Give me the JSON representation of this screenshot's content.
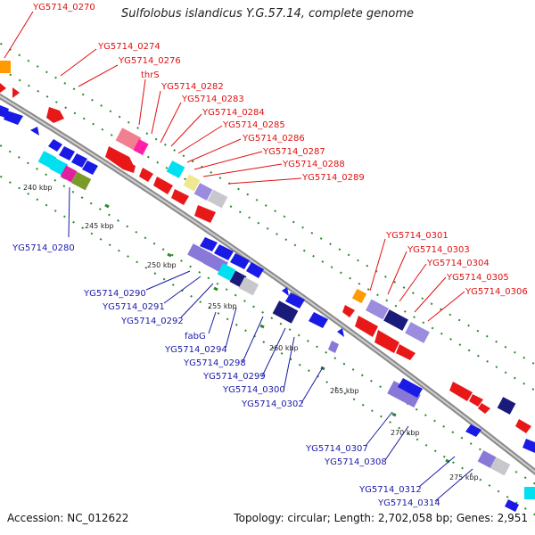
{
  "title": "Sulfolobus islandicus Y.G.57.14, complete genome",
  "accession": "Accession: NC_012622",
  "summary": "Topology: circular; Length: 2,702,058 bp; Genes: 2,951",
  "scale_labels": {
    "s240": "240 kbp",
    "s245": "245 kbp",
    "s250": "250 kbp",
    "s255": "255 kbp",
    "s260": "260 kbp",
    "s265": "265 kbp",
    "s270": "270 kbp",
    "s275": "275 kbp"
  },
  "forward_labels": {
    "l0270": "YG5714_0270",
    "l0274": "YG5714_0274",
    "l0276": "YG5714_0276",
    "thrS": "thrS",
    "l0282": "YG5714_0282",
    "l0283": "YG5714_0283",
    "l0284": "YG5714_0284",
    "l0285": "YG5714_0285",
    "l0286": "YG5714_0286",
    "l0287": "YG5714_0287",
    "l0288": "YG5714_0288",
    "l0289": "YG5714_0289",
    "l0301": "YG5714_0301",
    "l0303": "YG5714_0303",
    "l0304": "YG5714_0304",
    "l0305": "YG5714_0305",
    "l0306": "YG5714_0306"
  },
  "reverse_labels": {
    "l0280": "YG5714_0280",
    "l0290": "YG5714_0290",
    "l0291": "YG5714_0291",
    "l0292": "YG5714_0292",
    "fabG": "fabG",
    "l0294": "YG5714_0294",
    "l0298": "YG5714_0298",
    "l0299": "YG5714_0299",
    "l0300": "YG5714_0300",
    "l0302": "YG5714_0302",
    "l0307": "YG5714_0307",
    "l0308": "YG5714_0308",
    "l0312": "YG5714_0312",
    "l0314": "YG5714_0314"
  },
  "colors": {
    "forward_gene": "#e81818",
    "reverse_gene": "#1a1ae6",
    "label_forward": "#e01010",
    "label_reverse": "#1a1aa8",
    "backbone": "#9a9a9a",
    "dots": "#2a8a2a"
  }
}
